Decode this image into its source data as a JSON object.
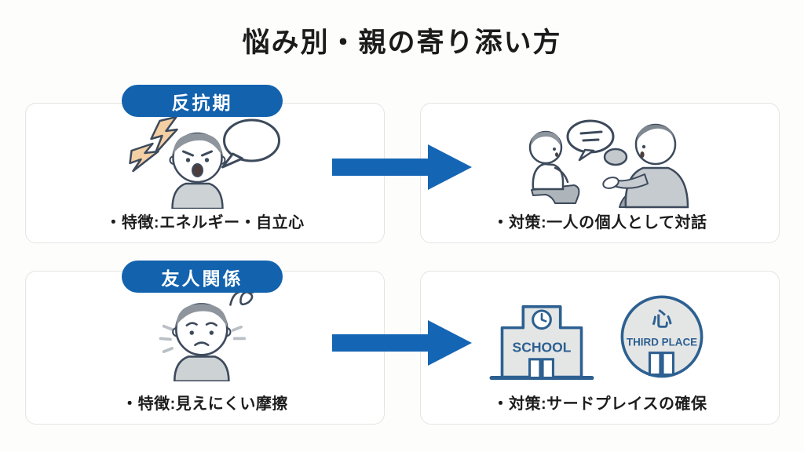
{
  "page": {
    "title": "悩み別・親の寄り添い方"
  },
  "colors": {
    "badge_blue": "#1262ae",
    "arrow_blue": "#1565b5",
    "icon_blue": "#2d6091",
    "illustration_line": "#3d4a5c",
    "illustration_gray_fill": "#cdd2d5",
    "hair_gray": "#8e959c",
    "bolt_orange": "#f3cfa3",
    "icon_fill_gray": "#e4e6e6"
  },
  "rows": [
    {
      "badge": "反抗期",
      "feature": "・特徴:エネルギー・自立心",
      "countermeasure": "・対策:一人の個人として対話",
      "left_icon": "angry-boy-with-lightning-and-speech-bubble",
      "right_icon": "parent-child-dialogue"
    },
    {
      "badge": "友人関係",
      "feature": "・特徴:見えにくい摩擦",
      "countermeasure": "・対策:サードプレイスの確保",
      "left_icon": "worried-boy-with-scribble",
      "right_icon": "school-and-third-place",
      "school_label": "SCHOOL",
      "third_place_kanji": "心",
      "third_place_label": "THIRD PLACE"
    }
  ]
}
